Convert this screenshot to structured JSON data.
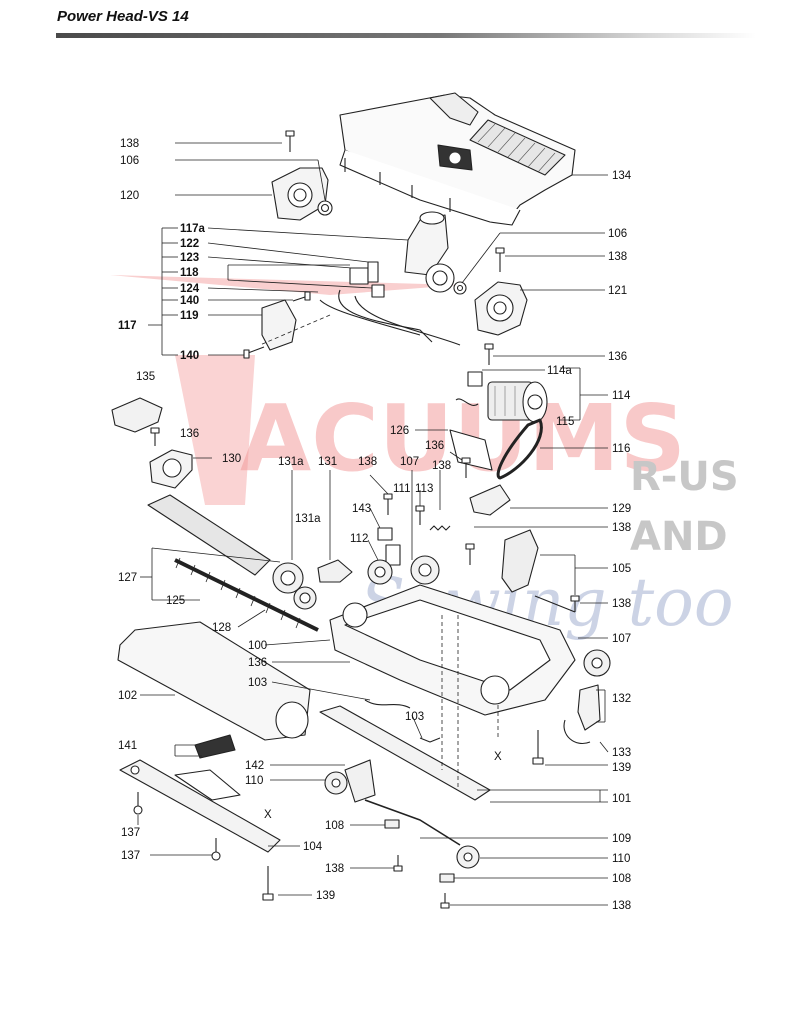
{
  "header": {
    "title": "Power Head-VS 14"
  },
  "watermark": {
    "brand_main": "ACUUMS",
    "brand_suffix_1": "R-US",
    "brand_suffix_2": "AND",
    "script_text": "Sewing too",
    "colors": {
      "red": "#f08a8a",
      "gray": "#bdbdbd",
      "blue": "#9ba9cc"
    }
  },
  "callouts": {
    "c138a": "138",
    "c106a": "106",
    "c120": "120",
    "c134": "134",
    "c117a": "117a",
    "c122": "122",
    "c123": "123",
    "c118": "118",
    "c124": "124",
    "c140a": "140",
    "c119": "119",
    "c117": "117",
    "c140b": "140",
    "c106b": "106",
    "c138b": "138",
    "c121": "121",
    "c136a": "136",
    "c114a": "114a",
    "c114": "114",
    "c115": "115",
    "c135": "135",
    "c136b": "136",
    "c126": "126",
    "c136c": "136",
    "c116": "116",
    "c130": "130",
    "c131a_top": "131a",
    "c131": "131",
    "c138c": "138",
    "c107a": "107",
    "c138d": "138",
    "c111": "111",
    "c113": "113",
    "c129": "129",
    "c143": "143",
    "c138e": "138",
    "c131a_mid": "131a",
    "c112": "112",
    "c105": "105",
    "c127": "127",
    "c138f": "138",
    "c125": "125",
    "c128": "128",
    "c107b": "107",
    "c100": "100",
    "c136d": "136",
    "c103a": "103",
    "c132": "132",
    "c102": "102",
    "c103b": "103",
    "c141": "141",
    "cX1": "X",
    "c133": "133",
    "c139a": "139",
    "c142": "142",
    "c110a": "110",
    "c101": "101",
    "c137a": "137",
    "cX2": "X",
    "c108a": "108",
    "c109": "109",
    "c137b": "137",
    "c104": "104",
    "c110b": "110",
    "c138g": "138",
    "c108b": "108",
    "c139b": "139",
    "c138h": "138"
  }
}
